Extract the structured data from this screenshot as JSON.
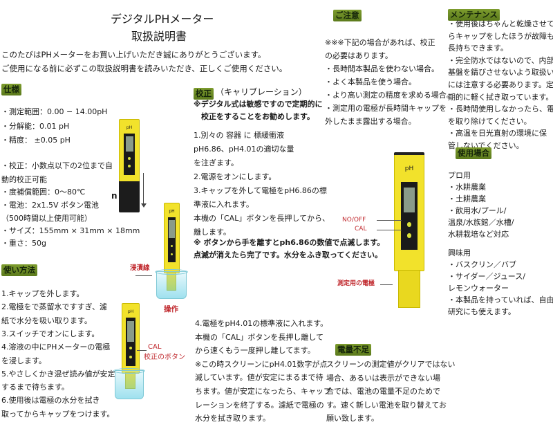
{
  "header": {
    "title": "デジタルPHメーター",
    "subtitle": "取扱説明書",
    "intro": [
      "このたびはPHメーターをお買い上げいただき誠にありがとうございます。",
      "ご使用になる前に必ずこの取扱説明書を読みいただき、正しくご使用ください。"
    ]
  },
  "spec": {
    "heading": "仕様",
    "lines": [
      "・測定範囲：0.00 − 14.00pH",
      "・分解能：0.01 pH",
      "・精度：  ±0.05 pH",
      "・校正：小数点以下の2位まで自",
      "動的校正可能",
      "・度補償範囲：0〜80℃",
      "・電池：2x1.5V ボタン電池",
      "（500時間以上使用可能）",
      "・サイズ：155mm × 31mm × 18mm",
      "・重さ：50g"
    ]
  },
  "usage": {
    "heading": "使い方法",
    "lines": [
      "1.キャップを外します。",
      "2.電極をで蒸留水ですすぎ、濾",
      "紙で水分を吸い取ります。",
      "3.スイッチでオンにします。",
      "4.溶液の中にPHメーターの電極",
      "を浸します。",
      "5.やさしくかき混ぜ読み値が安定",
      "するまで待ちます。",
      "6.使用後は電極の水分を拭き",
      "取ってからキャップをつけます。"
    ]
  },
  "calibration": {
    "heading": "校正",
    "heading_sub": "（キャリブレーション）",
    "note": [
      "※デジタル式は敏感ですので定期的に",
      "　校正をすることをお勧めします。"
    ],
    "steps": [
      "1.別々の 容器 に 標緩衝液",
      "pH6.86、pH4.01の適切な量",
      "を注ぎます。",
      "2.電源をオンにします。",
      "3.キャップを外して電極をpH6.86の標",
      "準液に入れます。",
      "本機の「CAL」ボタンを長押してから、",
      "離します。"
    ],
    "note2": [
      "※ ボタンから手を離すとph6.86の数値で点滅します。",
      "点滅が消えたら完了です。水分をふき取ってください。"
    ],
    "steps2": [
      "4.電極をpH4.01の標準液に入れます。",
      "本機の「CAL」ボタンを長押し離して",
      "から速くもう一度押し離してます。",
      "※この時スクリーンにpH4.01数字が点",
      "滅しています。値が安定にまるまで待",
      "ちます。値が安定になったら、キャップ",
      "レーションを終了する。濾紙で電極の",
      "水分を拭き取ります。"
    ]
  },
  "caution": {
    "heading": "ご注意",
    "lines": [
      "※※※下記の場合があれば、校正",
      "の必要はあります。",
      "・長時間本製品を使わない場合。",
      "・よく本製品を使う場合。",
      "・より高い測定の精度を求める場合。",
      "・測定用の電極が長時間キャップを",
      "外したまま露出する場合。"
    ]
  },
  "maintenance": {
    "heading": "メンテナンス",
    "lines": [
      "・使用後はちゃんと乾燥させてか",
      "らキャップをしたほうが故障もなく",
      "長持ちできます。",
      "・完全防水ではないので、内部",
      "基盤を錆びさせないよう取扱い",
      "には注意する必要あります。定",
      "期的に軽く拭き取っています。",
      "・長時間使用しなかったら、電池",
      "を取り除けてください。",
      "・高温を日光直射の環境に保",
      "管しないでください。"
    ]
  },
  "use_cases": {
    "heading": "使用場合",
    "pro": [
      "プロ用",
      "・水耕農業",
      "・土耕農業",
      "・飲用水/プール/",
      "温泉/水族館／水槽/",
      "水耕栽培など対応"
    ],
    "hobby": [
      "興味用",
      "・バスクリン／バブ",
      "・サイダー／ジュース/",
      "レモンウォーター",
      "・本製品を持っていれば、自由",
      "研究にも使えます。"
    ]
  },
  "battery": {
    "heading": "電量不足",
    "lines": [
      "スクリーンの測定値がクリアではない",
      "場合、あるいは表示ができない場",
      "合では、電池の電量不足のためで",
      "す。速く新しい電池を取り替えてお",
      "願い致します。"
    ]
  },
  "figures": {
    "cap_mark": "n",
    "immersion_line": "浸漬線",
    "operation": "操作",
    "cal": "CAL",
    "cal_button": "校正のボタン",
    "onoff": "NO/OFF",
    "cal2": "CAL",
    "electrode": "測定用の電極",
    "ph_label": "pH"
  },
  "colors": {
    "badge": "#6b8e23",
    "annotation": "#c0282d",
    "meter": "#f2e22b"
  }
}
